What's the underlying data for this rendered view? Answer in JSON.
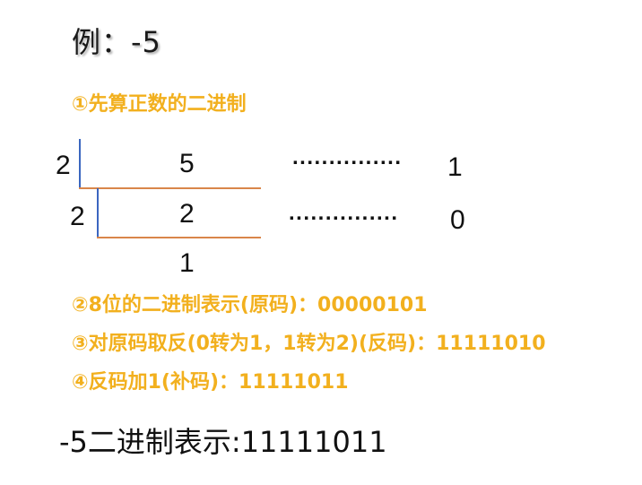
{
  "title": "例：-5",
  "steps": [
    "①先算正数的二进制",
    "②8位的二进制表示(原码)：00000101",
    "③对原码取反(0转为1，1转为2)(反码)：11111010",
    "④反码加1(补码)：11111011"
  ],
  "division": {
    "row1": {
      "divisor": "2",
      "dividend": "5",
      "dots": "...............",
      "remainder": "1"
    },
    "row2": {
      "divisor": "2",
      "dividend": "2",
      "dots": "...............",
      "remainder": "0"
    },
    "quotient": "1"
  },
  "result": "-5二进制表示:11111011",
  "colors": {
    "accent": "#f2b01e",
    "vertical_line": "#3b66c0",
    "horizontal_line": "#d9864a",
    "text": "#111111"
  }
}
